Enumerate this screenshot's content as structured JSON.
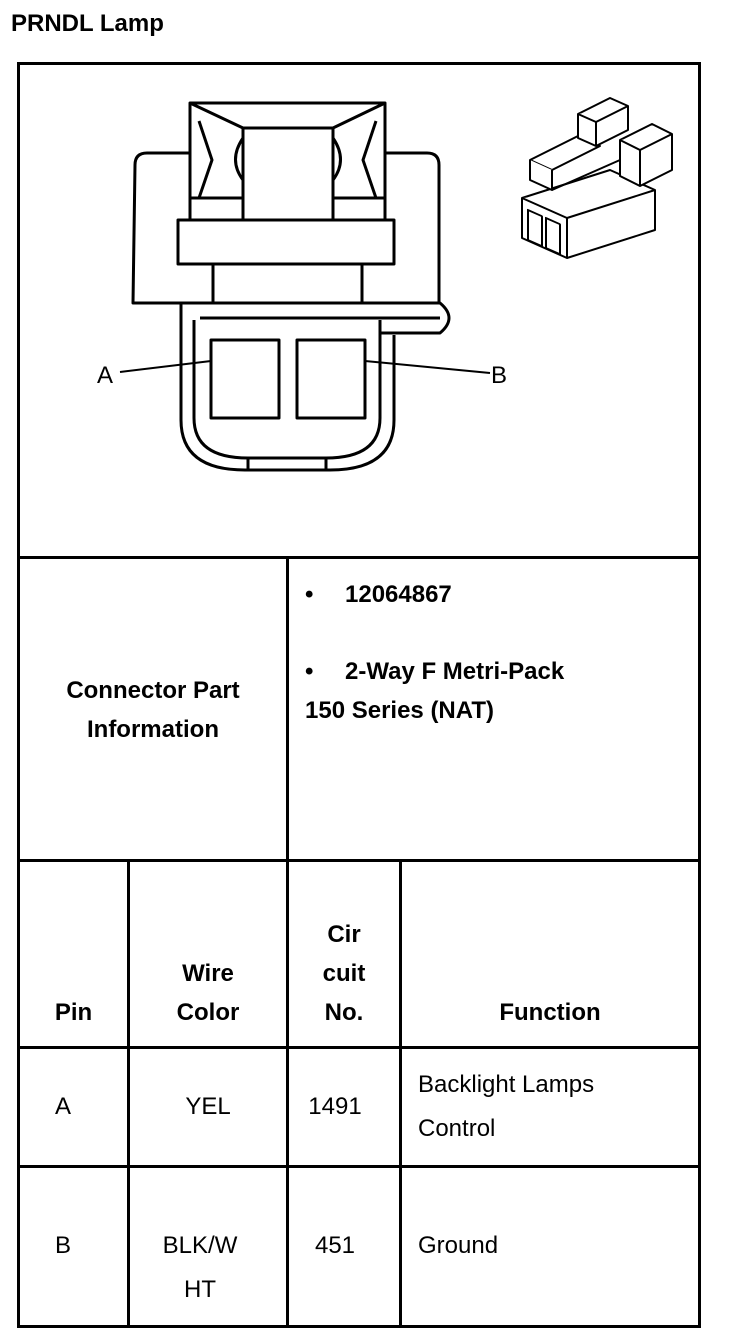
{
  "title": "PRNDL Lamp",
  "diagram": {
    "pin_labels": [
      "A",
      "B"
    ]
  },
  "connector_info": {
    "label_line1": "Connector Part",
    "label_line2": "Information",
    "part_number": "12064867",
    "description_line1": "2-Way F Metri-Pack",
    "description_line2": "150 Series (NAT)",
    "bullet": "•"
  },
  "table": {
    "headers": {
      "pin": "Pin",
      "wire_color": [
        "Wire",
        "Color"
      ],
      "circuit": [
        "Cir",
        "cuit",
        "No."
      ],
      "function": "Function"
    },
    "rows": [
      {
        "pin": "A",
        "wire_color": [
          "YEL"
        ],
        "circuit": "1491",
        "function": [
          "Backlight Lamps",
          "Control"
        ]
      },
      {
        "pin": "B",
        "wire_color": [
          "BLK/W",
          "HT"
        ],
        "circuit": "451",
        "function": [
          "Ground"
        ]
      }
    ]
  }
}
